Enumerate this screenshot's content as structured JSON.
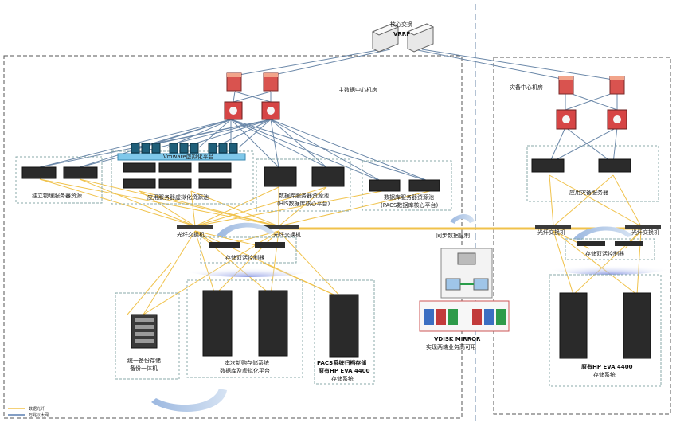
{
  "core": {
    "label": "核心交换",
    "vrrp": "VRRP"
  },
  "main_dc": {
    "title": "主数据中心机房"
  },
  "backup_dc": {
    "title": "灾备中心机房"
  },
  "vmware_label": "Vmware虚拟化平台",
  "pools": {
    "physical": "独立物理服务器资源",
    "app_virtual": "应用服务器虚拟化资源池",
    "db_his_line1": "数据库服务器资源池",
    "db_his_line2": "(HIS数据库核心平台)",
    "db_pacs_line1": "数据库服务器资源池",
    "db_pacs_line2": "(PACS数据库核心平台)"
  },
  "fiber_switch_left1": "光纤交换机",
  "fiber_switch_left2": "光纤交换机",
  "storage_ctrl_main": "存储双活控制器",
  "sync_label": "同步数据复制",
  "vdisk": {
    "line1": "VDISK MIRROR",
    "line2": "实现两端业务高可用"
  },
  "storage": {
    "backup_line1": "统一备份存储",
    "backup_line2": "备份一体机",
    "new_line1": "本次新购存储系统",
    "new_line2": "数据库及虚拟化平台",
    "pacs_line1": "PACS系统归档存储",
    "pacs_line2": "原有HP EVA 4400",
    "pacs_line3": "存储系统"
  },
  "backup_side": {
    "app_backup": "应用灾备服务器",
    "fiber_switch1": "光纤交换机",
    "fiber_switch2": "光纤交换机",
    "storage_ctrl": "存储双活控制器",
    "eva_line1": "原有HP EVA 4400",
    "eva_line2": "存储系统"
  },
  "legend": {
    "fiber": "数据光纤",
    "ethernet": "万兆以太网"
  },
  "colors": {
    "fiber": "#f0c24b",
    "ethernet": "#5a7fb0",
    "accent": "#3aa0d8"
  }
}
